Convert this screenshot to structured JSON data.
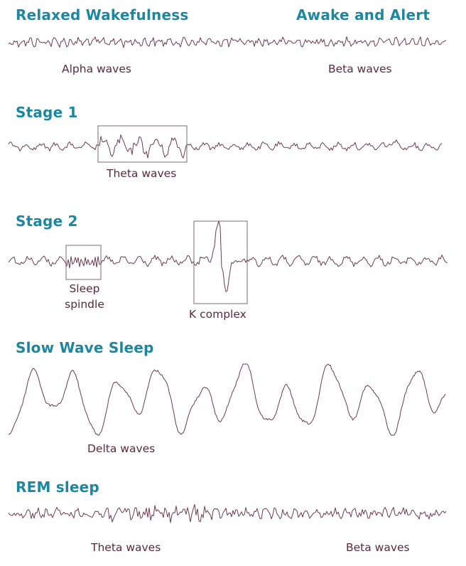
{
  "colors": {
    "heading": "#1b87a0",
    "wave": "#6e3a4e",
    "label": "#5a2a3a",
    "box": "#7a6a70"
  },
  "sections": {
    "relaxed": {
      "heading": "Relaxed Wakefulness",
      "wave_label": "Alpha waves"
    },
    "awake": {
      "heading": "Awake and Alert",
      "wave_label": "Beta waves"
    },
    "stage1": {
      "heading": "Stage 1",
      "box_label": "Theta waves"
    },
    "stage2": {
      "heading": "Stage 2",
      "spindle_label_1": "Sleep",
      "spindle_label_2": "spindle",
      "k_label": "K complex"
    },
    "sws": {
      "heading": "Slow Wave Sleep",
      "wave_label": "Delta waves"
    },
    "rem": {
      "heading": "REM sleep",
      "label_left": "Theta waves",
      "label_right": "Beta waves"
    }
  }
}
